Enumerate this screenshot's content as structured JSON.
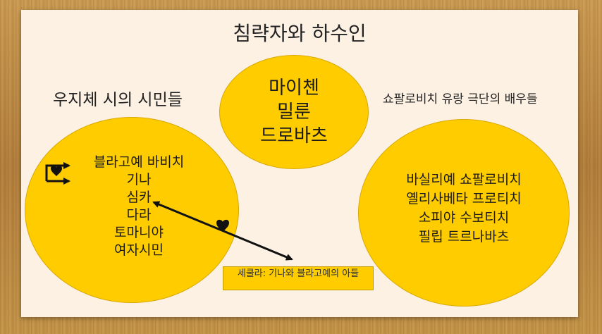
{
  "title": "침략자와 하수인",
  "groups": {
    "left_label": "우지체 시의 시민들",
    "right_label": "쇼팔로비치 유랑 극단의 배우들"
  },
  "circles": {
    "center": [
      "마이첸",
      "밀룬",
      "드로바츠"
    ],
    "left": [
      "블라고예 바비치",
      "기나",
      "심카",
      "다라",
      "토마니야",
      "여자시민"
    ],
    "right": [
      "바실리예 쇼팔로비치",
      "옐리사베타 프로티치",
      "소피야 수보티치",
      "필립 트르나바츠"
    ]
  },
  "note": "세쿨라: 기나와 블라고예의 아들",
  "colors": {
    "circle_fill": "#ffcc00",
    "slide_bg": "#fdf1e4",
    "arrow": "#111111"
  },
  "icons": [
    "heart-icon",
    "loop-arrow-icon",
    "double-arrow-icon"
  ]
}
